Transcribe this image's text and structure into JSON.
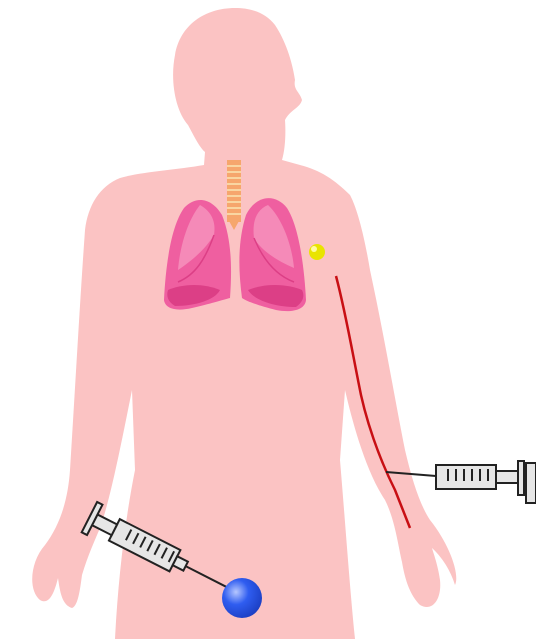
{
  "diagram": {
    "subject": "human-torso-silhouette",
    "elements": [
      "body-silhouette",
      "trachea",
      "left-lung",
      "right-lung",
      "port-node",
      "catheter-line",
      "arm-syringe",
      "abdomen-syringe",
      "abdomen-bulb"
    ]
  },
  "colors": {
    "body": "#fbc3c3",
    "lung_main": "#ef5fa0",
    "lung_light": "#f58ab8",
    "lung_dark": "#dc3f86",
    "trachea": "#f6a66d",
    "trachea_stripe": "#f9d6a2",
    "catheter": "#c80f14",
    "port": "#e9e400",
    "bulb": "#2f5df0",
    "syringe_outline": "#222222",
    "syringe_fill": "#e6e6e6"
  }
}
